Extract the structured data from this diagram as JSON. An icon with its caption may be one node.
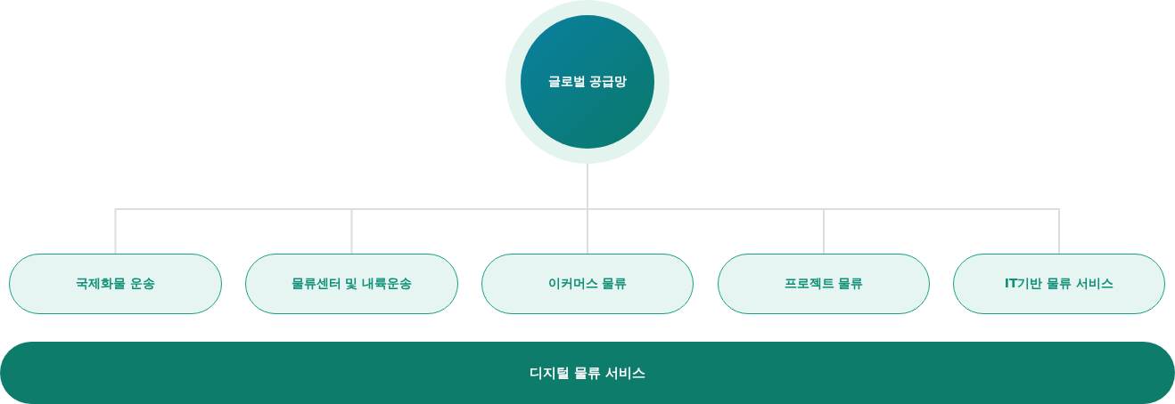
{
  "diagram": {
    "nodes": [
      {
        "text": [
          "글로벌 공급망"
        ]
      },
      {
        "text": [
          "국제화물 운송"
        ]
      },
      {
        "text": [
          "물류센터 및 내륙운송"
        ]
      },
      {
        "text": [
          "이커머스 물류"
        ]
      },
      {
        "text": [
          "프로젝트 물류"
        ]
      },
      {
        "text": [
          "IT기반 물류 서비스"
        ]
      },
      {
        "text": [
          "디지털 물류 서비스"
        ]
      }
    ],
    "edges": [
      {
        "from": 0,
        "to": 1,
        "arrow": "none"
      },
      {
        "from": 0,
        "to": 2,
        "arrow": "none"
      },
      {
        "from": 0,
        "to": 3,
        "arrow": "none"
      },
      {
        "from": 0,
        "to": 4,
        "arrow": "none"
      },
      {
        "from": 0,
        "to": 5,
        "arrow": "none"
      }
    ]
  }
}
